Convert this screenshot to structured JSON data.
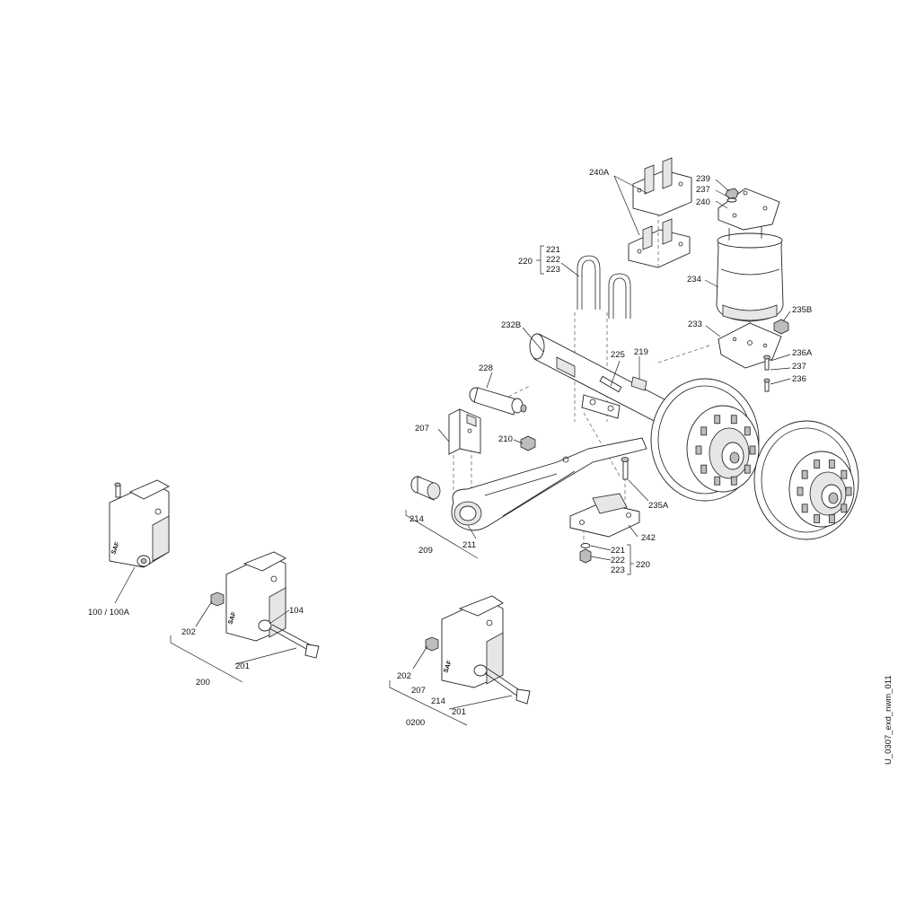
{
  "labels": {
    "l240a": "240A",
    "l239": "239",
    "l237a": "237",
    "l240": "240",
    "l220top": "220",
    "l221top": "221",
    "l222top": "222",
    "l223top": "223",
    "l234": "234",
    "l235b": "235B",
    "l233": "233",
    "l232b": "232B",
    "l236a": "236A",
    "l237b": "237",
    "l236": "236",
    "l225": "225",
    "l219": "219",
    "l228": "228",
    "l207a": "207",
    "l210": "210",
    "l235a": "235A",
    "l214a": "214",
    "l209": "209",
    "l211": "211",
    "l242": "242",
    "l221bot": "221",
    "l222bot": "222",
    "l223bot": "223",
    "l220bot": "220",
    "l100": "100 / 100A",
    "l202a": "202",
    "l104": "104",
    "l201a": "201",
    "l200": "200",
    "l202b": "202",
    "l207b": "207",
    "l214b": "214",
    "l201b": "201",
    "l0200": "0200"
  },
  "drawing_id": "U_0307_exd_nwm_011",
  "brand_mark": "SAF"
}
